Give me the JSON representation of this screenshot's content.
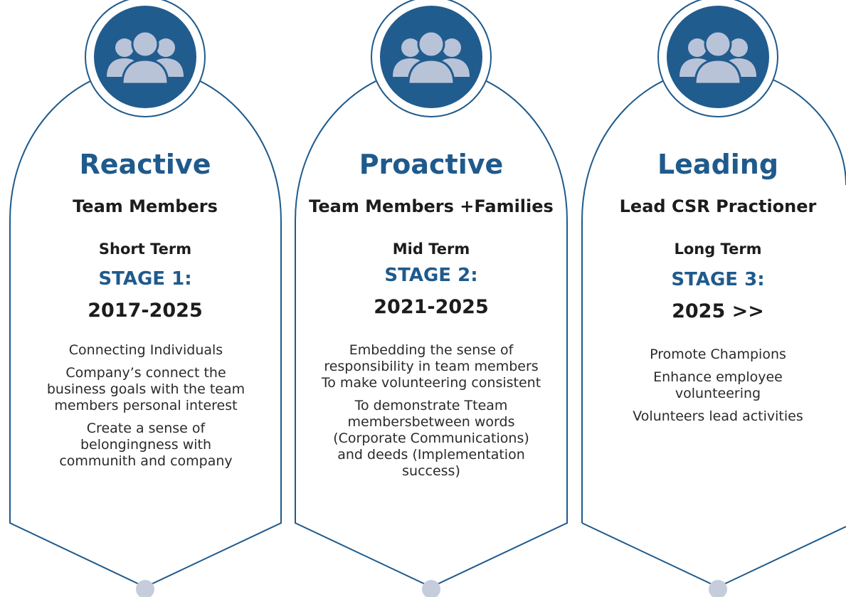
{
  "colors": {
    "accent": "#1f5a8c",
    "outline": "#1f5a8c",
    "icon": "#b9c3d8",
    "dot": "#c6ccdc"
  },
  "icons": [
    "people-group-icon",
    "people-group-icon",
    "people-group-icon"
  ],
  "stages": [
    {
      "heading": "Reactive",
      "audience": "Team  Members",
      "term": "Short Term",
      "stage": "STAGE 1:",
      "years": "2017-2025",
      "items": [
        "Connecting Individuals",
        "Company’s connect  the business goals  with the team members personal interest",
        "Create a sense of belongingness with communith and company"
      ]
    },
    {
      "heading": "Proactive",
      "audience": "Team Members +Families",
      "term": "Mid Term",
      "stage": "STAGE 2:",
      "years": "2021-2025",
      "items": [
        "Embedding the sense of responsibility in team members  To make volunteering consistent",
        "To demonstrate Tteam membersbetween words (Corporate Communications) and deeds (Implementation success)"
      ]
    },
    {
      "heading": "Leading",
      "audience": "Lead CSR Practioner",
      "term": "Long Term",
      "stage": "STAGE 3:",
      "years": "2025 >>",
      "items": [
        "Promote Champions",
        "Enhance employee volunteering",
        "Volunteers lead activities"
      ]
    }
  ]
}
